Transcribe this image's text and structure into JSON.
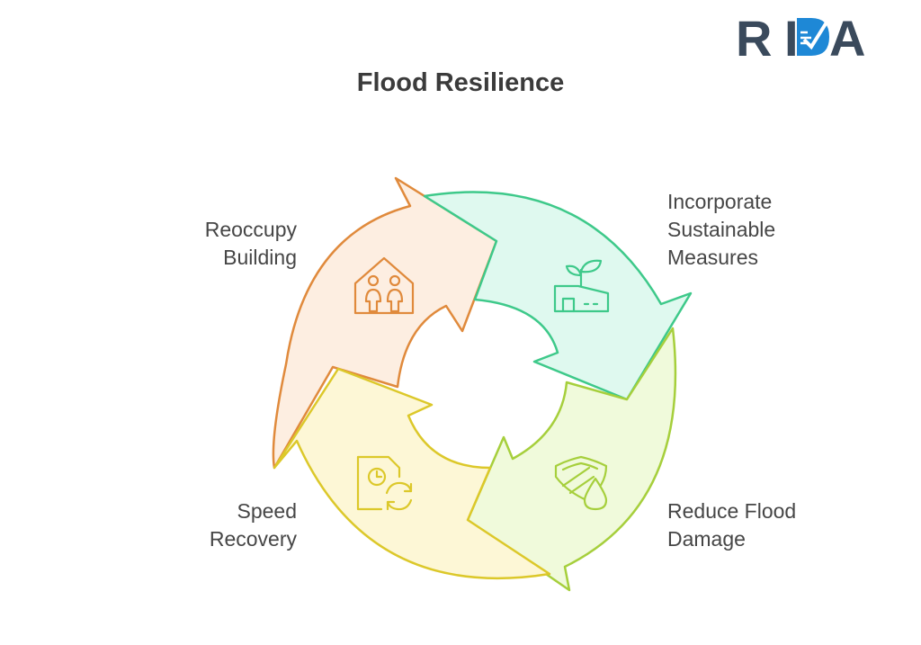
{
  "brand": {
    "logo_text": "RIDA",
    "logo_color": "#3a4a5c",
    "logo_accent": "#1e88d6"
  },
  "title": "Flood Resilience",
  "cycle": {
    "steps": [
      {
        "id": "incorporate",
        "label": "Incorporate\nSustainable\nMeasures",
        "icon": "building-with-plant-icon",
        "fill": "#dff9ef",
        "stroke": "#3ec98a"
      },
      {
        "id": "reduce",
        "label": "Reduce Flood\nDamage",
        "icon": "shield-water-drop-icon",
        "fill": "#f0fadb",
        "stroke": "#a6cf3c"
      },
      {
        "id": "speed",
        "label": "Speed\nRecovery",
        "icon": "document-clock-refresh-icon",
        "fill": "#fdf7d6",
        "stroke": "#dcc82a"
      },
      {
        "id": "reoccupy",
        "label": "Reoccupy\nBuilding",
        "icon": "house-people-icon",
        "fill": "#fdeee1",
        "stroke": "#e08a3c"
      }
    ]
  }
}
